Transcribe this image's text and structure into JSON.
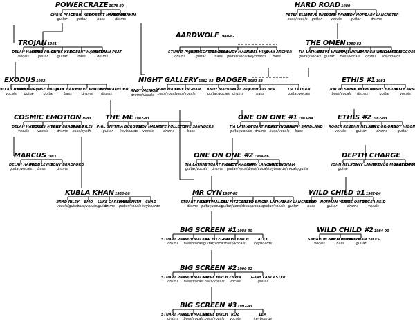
{
  "bands": [
    {
      "id": "powercraze",
      "name": "POWERCRAZE",
      "years": "1978-80",
      "members": [
        {
          "name": "CHRIS PRICE",
          "role": "guitar"
        },
        {
          "name": "CHRIS KELY",
          "role": "guitar"
        },
        {
          "name": "ROBERT HAMILTON",
          "role": "bass"
        },
        {
          "name": "ANDY MEAKIN",
          "role": "drums"
        }
      ]
    },
    {
      "id": "hardroad",
      "name": "HARD ROAD",
      "years": "1980",
      "members": [
        {
          "name": "PETER ELLIOT",
          "role": "bass/vocals"
        },
        {
          "name": "STEVE WILSON",
          "role": "guitar"
        },
        {
          "name": "DAVID PAYNE",
          "role": "vocals"
        },
        {
          "name": "ANDY HOPE",
          "role": "guitar"
        },
        {
          "name": "GARY LANCASTER",
          "role": "drums"
        }
      ]
    },
    {
      "id": "trojan",
      "name": "TROJAN",
      "years": "1981",
      "members": [
        {
          "name": "DELAH HADDON",
          "role": "vocals"
        },
        {
          "name": "CHRIS PRICE",
          "role": "guitar"
        },
        {
          "name": "CHRIS KELY",
          "role": "guitar"
        },
        {
          "name": "ROBERT HAMILTON",
          "role": "bass"
        },
        {
          "name": "JONATHAN PEAT",
          "role": "drums"
        }
      ]
    },
    {
      "id": "aardwolf",
      "name": "AARDWOLF",
      "years": "1980-82",
      "members": [
        {
          "name": "STUART PICKETY",
          "role": "drums"
        },
        {
          "name": "JOHN SCATTERGOOD",
          "role": "guitar"
        },
        {
          "name": "ROB BLEA",
          "role": "bass"
        },
        {
          "name": "ANDY MALKIN",
          "role": "guitar/vocals"
        },
        {
          "name": "NIGEL HINE",
          "role": "keyboards"
        },
        {
          "name": "JOHN ARCHER",
          "role": "bass"
        }
      ]
    },
    {
      "id": "theomen",
      "name": "THE OMEN",
      "years": "1980-82",
      "members": [
        {
          "name": "TIA LATHAN",
          "role": "guitar/vocals"
        },
        {
          "name": "STEVE WILSON",
          "role": "guitar"
        },
        {
          "name": "IAN JENKINS",
          "role": "bass/vocals"
        },
        {
          "name": "DARREN WILLIAMSON",
          "role": "drums"
        },
        {
          "name": "RICHARD SIGGORS",
          "role": "keyboards"
        }
      ]
    },
    {
      "id": "exodus",
      "name": "EXODUS",
      "years": "1982",
      "members": [
        {
          "name": "DELAH HADDON",
          "role": "vocals"
        },
        {
          "name": "CHRIS PRICE",
          "role": "guitar"
        },
        {
          "name": "JOSE HADDON",
          "role": "guitar"
        },
        {
          "name": "JACK BANKS",
          "role": "bass"
        },
        {
          "name": "STEVE WALLBANK",
          "role": "drums"
        },
        {
          "name": "TONY BRADFORD",
          "role": "drums"
        }
      ]
    },
    {
      "id": "nightgallery",
      "name": "NIGHT GALLERY",
      "years": "1982-83",
      "members": [
        {
          "name": "ANDY MEAKIN",
          "role": "drums/vocals"
        }
      ]
    },
    {
      "id": "badger",
      "name": "BADGER",
      "years": "1982-83",
      "members": [
        {
          "name": "SEAN MAIER",
          "role": "bass/vocals"
        },
        {
          "name": "DAVE INGHAM",
          "role": "bass/vocals"
        },
        {
          "name": "ANDY MALKIN",
          "role": "guitar/vocals"
        },
        {
          "name": "STUART PICKETY",
          "role": "drums"
        },
        {
          "name": "JOHN ARCHER",
          "role": "bass"
        },
        {
          "name": "TIA LATHAN",
          "role": "guitar/vocals"
        }
      ]
    },
    {
      "id": "ethis1",
      "name": "ETHIS #1",
      "years": "1981",
      "members": [
        {
          "name": "RALPH SANDLAND",
          "role": "bass/vocals"
        },
        {
          "name": "NICK ORIONS",
          "role": "drums"
        },
        {
          "name": "ANDY HIGGINS",
          "role": "guitar"
        },
        {
          "name": "SALLY ARNOLD",
          "role": "vocals"
        }
      ]
    },
    {
      "id": "cosmicemotion",
      "name": "COSMIC EMOTION",
      "years": "1983",
      "members": [
        {
          "name": "DELAH HADDON",
          "role": "vocals"
        },
        {
          "name": "TRACEY MYRES",
          "role": "vocals"
        },
        {
          "name": "TONY BRADFORD",
          "role": "drums"
        },
        {
          "name": "BRAD RILEY",
          "role": "bass/synth"
        }
      ]
    },
    {
      "id": "theme",
      "name": "THE ME",
      "years": "1982-83",
      "members": [
        {
          "name": "PHIL SMITH",
          "role": "guitar"
        },
        {
          "name": "TIA BURGESS",
          "role": "keyboards"
        },
        {
          "name": "ANDY HALKIN",
          "role": "vocals"
        },
        {
          "name": "PETE FULLETON",
          "role": "drums"
        },
        {
          "name": "STEVE SAUNDERS",
          "role": "bass"
        }
      ]
    },
    {
      "id": "oneonone1",
      "name": "ONE ON ONE #1",
      "years": "1983-84",
      "members": [
        {
          "name": "TIA LATHAN",
          "role": "guitar/vocals"
        },
        {
          "name": "STUART PICKETY",
          "role": "drums"
        },
        {
          "name": "DAVE INGHAM",
          "role": "bass/vocals"
        },
        {
          "name": "RALPH SANDLAND",
          "role": "bass"
        }
      ]
    },
    {
      "id": "ethis2",
      "name": "ETHIS #2",
      "years": "1982-83",
      "members": [
        {
          "name": "ROGER REID",
          "role": "vocals"
        },
        {
          "name": "JOHN NELSON",
          "role": "guitar"
        },
        {
          "name": "NICK ORIONS",
          "role": "drums"
        },
        {
          "name": "ANDY HIGGINS",
          "role": "guitar"
        }
      ]
    },
    {
      "id": "marcus",
      "name": "MARCUS",
      "years": "1983",
      "members": [
        {
          "name": "DELAH HADDON",
          "role": "guitar/vocals"
        },
        {
          "name": "PAUL LEWIS",
          "role": "bass"
        },
        {
          "name": "TONY BRADFORD",
          "role": "drums"
        }
      ]
    },
    {
      "id": "depthcharge",
      "name": "DEPTH CHARGE",
      "years": "",
      "members": [
        {
          "name": "JOHN NELSON",
          "role": "guitar"
        },
        {
          "name": "TONY LAKIN",
          "role": ""
        },
        {
          "name": "TREVOR MUGGLESTON",
          "role": ""
        },
        {
          "name": "GARY DOBSON",
          "role": ""
        }
      ]
    },
    {
      "id": "oneonone2",
      "name": "ONE ON ONE #2",
      "years": "1984-86",
      "members": [
        {
          "name": "TIA LATHAN",
          "role": "guitar/vocals"
        },
        {
          "name": "STUART PICKETY",
          "role": "drums"
        },
        {
          "name": "ANDY MALKIN",
          "role": "guitar/vocals"
        },
        {
          "name": "GARY LANCASTER",
          "role": "bass/vocals"
        },
        {
          "name": "DAVE INGHAM",
          "role": "keyboards/vocals/guitar"
        }
      ]
    },
    {
      "id": "kublakhan",
      "name": "KUBLA KHAN",
      "years": "1983-86",
      "members": [
        {
          "name": "BRAD RILEY",
          "role": "vocals/guitar"
        },
        {
          "name": "EMO",
          "role": "bass/vocals/guitar"
        },
        {
          "name": "LUKE CARSHAKE",
          "role": "drums"
        },
        {
          "name": "PHIL SMITH",
          "role": "guitar/vocals"
        },
        {
          "name": "CHAD",
          "role": "keyboards"
        }
      ]
    },
    {
      "id": "mrcyn",
      "name": "MR CYN",
      "years": "1987-88",
      "members": [
        {
          "name": "STUART PICKETY",
          "role": "drums"
        },
        {
          "name": "ANDY MALKIN",
          "role": "guitar/vocals"
        },
        {
          "name": "DEV FITZGERALD",
          "role": "guitar/vocals"
        },
        {
          "name": "STEVE BIRCH",
          "role": "bass/vocals"
        },
        {
          "name": "TIA LATHAN",
          "role": "guitar/vocals"
        },
        {
          "name": "GARY LANCASTER",
          "role": "guitar"
        }
      ]
    },
    {
      "id": "wildchild1",
      "name": "WILD CHILD #1",
      "years": "1982-84",
      "members": [
        {
          "name": "DEDO",
          "role": "bass"
        },
        {
          "name": "NORMAN YATES",
          "role": "guitar"
        },
        {
          "name": "CHRIS ORTON",
          "role": "drums"
        },
        {
          "name": "ROGER REID",
          "role": "vocals"
        }
      ]
    },
    {
      "id": "bigscreen1",
      "name": "BIG SCREEN #1",
      "years": "1988-90",
      "members": [
        {
          "name": "STUART PICKETY",
          "role": "drums"
        },
        {
          "name": "ANDY MALKIN",
          "role": "bass/vocals"
        },
        {
          "name": "DEV FITZGERALD",
          "role": "guitar/vocals"
        },
        {
          "name": "STEVE BIRCH",
          "role": "bass/vocals"
        },
        {
          "name": "ALEX",
          "role": "keyboards"
        }
      ]
    },
    {
      "id": "wildchild2",
      "name": "WILD CHILD #2",
      "years": "1984-90",
      "members": [
        {
          "name": "SAHARON CAPTAIN PIGLEY",
          "role": "vocals"
        },
        {
          "name": "NIK FLEMING",
          "role": "bass"
        },
        {
          "name": "NORMAN YATES",
          "role": "guitar"
        }
      ]
    },
    {
      "id": "bigscreen2",
      "name": "BIG SCREEN #2",
      "years": "1990-92",
      "members": [
        {
          "name": "STUART PICKETY",
          "role": "drums"
        },
        {
          "name": "ANDY MALKIN",
          "role": "bass/vocals"
        },
        {
          "name": "STEVE BIRCH",
          "role": "bass/vocals"
        },
        {
          "name": "EMMA",
          "role": "vocals"
        },
        {
          "name": "GARY LANCASTER",
          "role": "guitar"
        }
      ]
    },
    {
      "id": "bigscreen3",
      "name": "BIG SCREEN #3",
      "years": "1992-93",
      "members": [
        {
          "name": "STUART PICKETY",
          "role": "drums"
        },
        {
          "name": "ANDY MALKIN",
          "role": "bass/vocals"
        },
        {
          "name": "STEVE BIRCH",
          "role": "bass/vocals"
        },
        {
          "name": "ROZ",
          "role": "vocals"
        },
        {
          "name": "LEA",
          "role": "keyboards"
        }
      ]
    }
  ]
}
